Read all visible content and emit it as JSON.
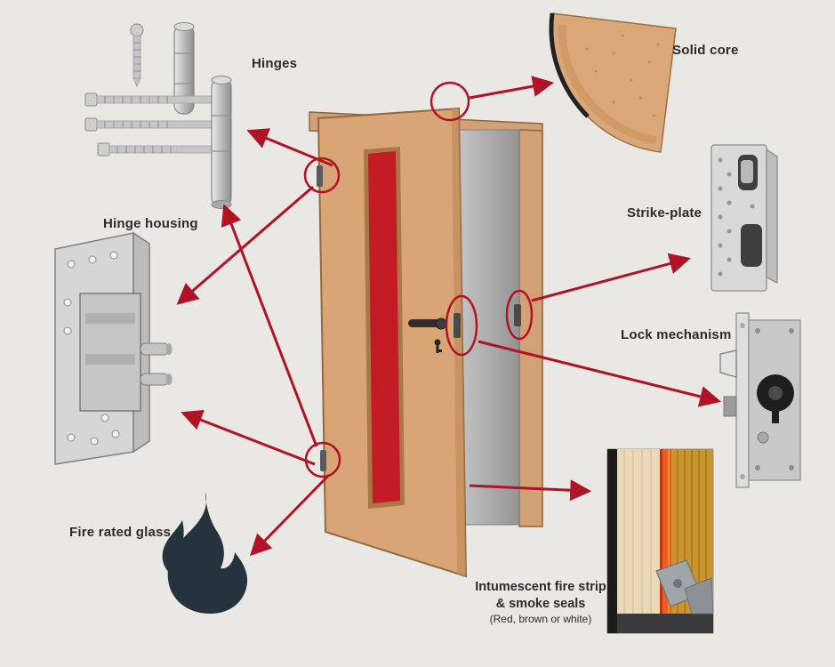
{
  "labels": {
    "hinges": "Hinges",
    "hinge_housing": "Hinge housing",
    "fire_rated_glass": "Fire rated glass",
    "solid_core": "Solid core",
    "strike_plate": "Strike-plate",
    "lock_mechanism": "Lock mechanism",
    "intumescent": {
      "line1": "Intumescent fire strip",
      "line2": "& smoke seals",
      "line3": "(Red, brown or white)"
    }
  },
  "colors": {
    "background": "#eae8e5",
    "arrow_red": "#b01226",
    "door_tan": "#d9a574",
    "door_frame_tan": "#d2a176",
    "glass_red": "#c21b25",
    "flame_dark": "#24333c",
    "intumescent_orange": "#e8611c",
    "label_text": "#2b2b2b"
  }
}
